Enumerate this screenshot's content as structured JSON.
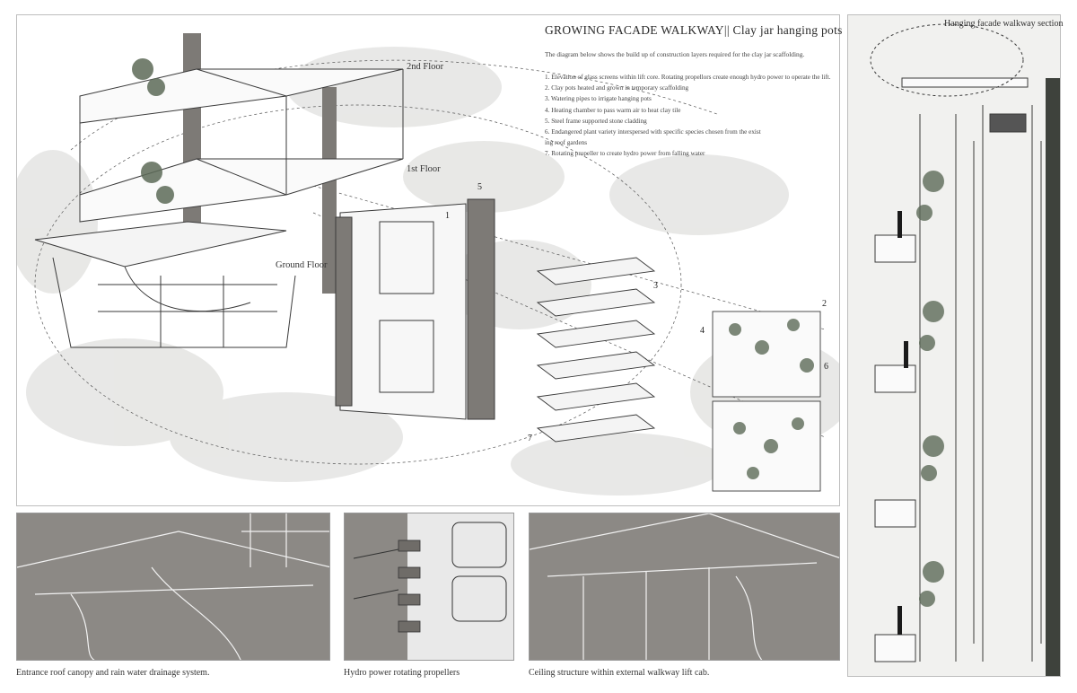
{
  "title": "GROWING FACADE WALKWAY|| Clay jar hanging pots",
  "intro": "The diagram below shows the build up of construction layers required for the clay jar scaffolding.",
  "notes": [
    "1. Elevation of glass screens within lift core. Rotating propellors create enough hydro power to operate the lift.",
    "2. Clay pots heated and grown in temporary scaffolding",
    "3. Watering pipes to irrigate hanging pots",
    "4. Heating chamber to pass warm air to heat clay tile",
    "5. Steel frame supported stone cladding",
    "6. Endangered plant variety interspersed with specific species chosen from the exist",
    "ing roof gardens",
    "7. Rotating propeller to create hydro power from falling water"
  ],
  "floors": {
    "second": "2nd Floor",
    "first": "1st Floor",
    "ground": "Ground Floor"
  },
  "callouts": {
    "n1": "1",
    "n2": "2",
    "n3": "3",
    "n4": "4",
    "n5": "5",
    "n6": "6",
    "n7": "7"
  },
  "section_title": "Hanging facade walkway section",
  "captions": {
    "detail_1": "Entrance roof canopy and rain water drainage system.",
    "detail_2": "Hydro power rotating propellers",
    "detail_3": "Ceiling structure within external walkway lift cab."
  },
  "colors": {
    "wall": "#7d7a76",
    "line": "#3a3a3a",
    "plant": "#5d6b58",
    "panel_grey": "#8c8985"
  }
}
